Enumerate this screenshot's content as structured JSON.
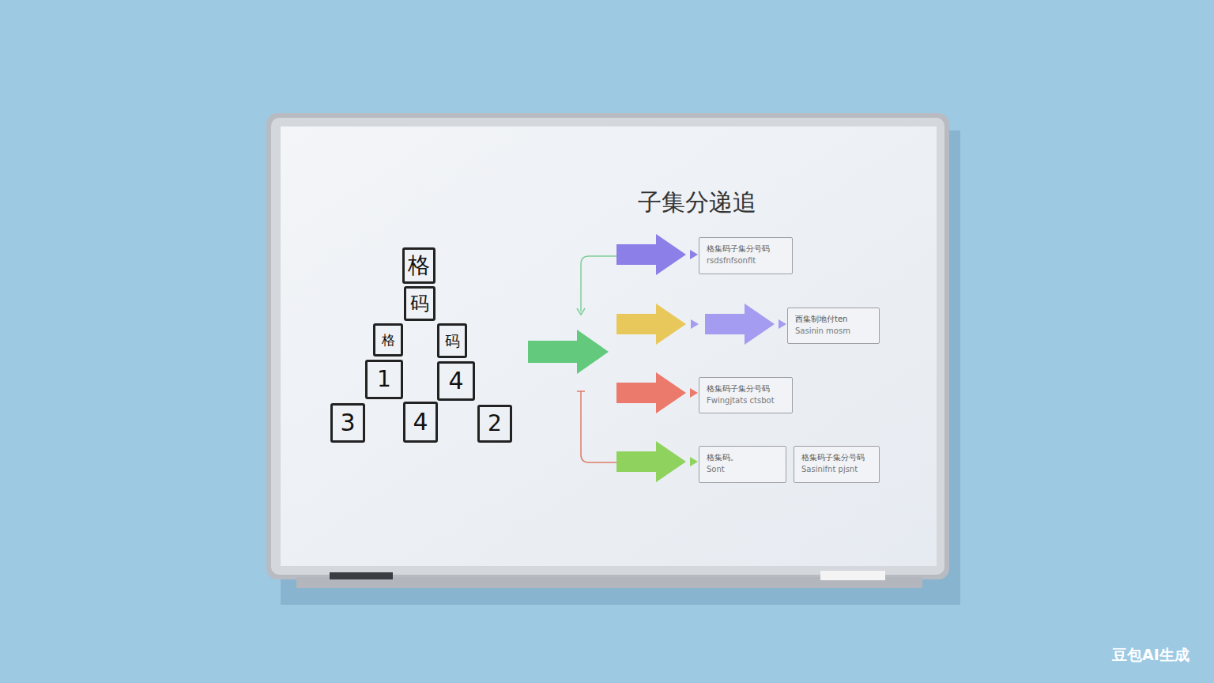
{
  "diagram": {
    "title": "子集分递追",
    "nodes": [
      {
        "text": [
          "格"
        ]
      },
      {
        "text": [
          "码"
        ]
      },
      {
        "text": [
          "格"
        ]
      },
      {
        "text": [
          "码"
        ]
      },
      {
        "text": [
          "1"
        ]
      },
      {
        "text": [
          "4"
        ]
      },
      {
        "text": [
          "3"
        ]
      },
      {
        "text": [
          "4"
        ]
      },
      {
        "text": [
          "2"
        ]
      },
      {
        "text": [
          "格集码子集分号码",
          "rsdsfnfsonfit"
        ]
      },
      {
        "text": [
          "西集制地付ten",
          "Sasinin mosm"
        ]
      },
      {
        "text": [
          "格集码子集分号码",
          "Fwingjtats ctsbot"
        ]
      },
      {
        "text": [
          "格集码。",
          "Sont"
        ]
      },
      {
        "text": [
          "格集码子集分号码",
          "Sasinifnt pjsnt"
        ]
      }
    ],
    "labels": [
      "豆包AI生成"
    ]
  }
}
